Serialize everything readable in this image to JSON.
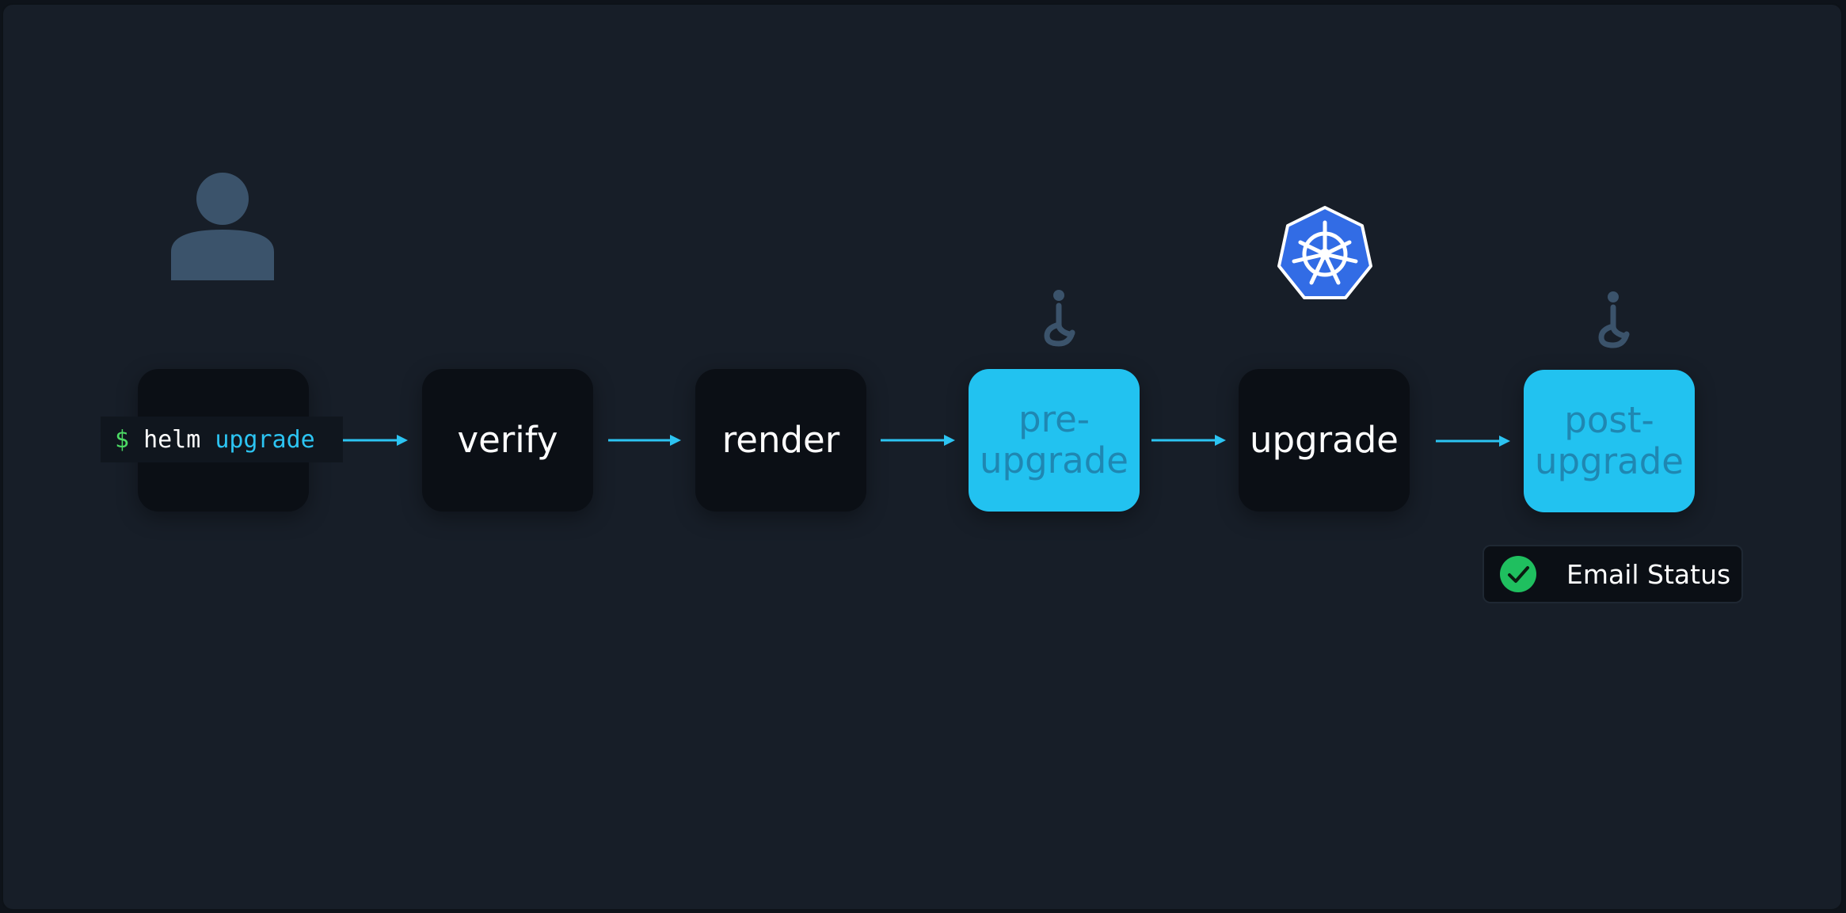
{
  "command": {
    "prompt": "$",
    "program": "helm",
    "argument": "upgrade"
  },
  "steps": [
    {
      "label": "verify",
      "kind": "step"
    },
    {
      "label": "render",
      "kind": "step"
    },
    {
      "label": "pre-upgrade",
      "kind": "hook"
    },
    {
      "label": "upgrade",
      "kind": "step"
    },
    {
      "label": "post-upgrade",
      "kind": "hook"
    }
  ],
  "notification": {
    "label": "Email Status",
    "status": "success"
  },
  "icons": {
    "user": "user-icon",
    "cluster": "kubernetes-icon",
    "hook": "hook-icon",
    "status": "check-circle-icon"
  },
  "colors": {
    "background": "#171e28",
    "node": "#0b0f15",
    "hook_node": "#22c2f0",
    "hook_text": "#1f87b2",
    "arrow": "#2cc4f2",
    "prompt": "#4cd964",
    "kubernetes": "#326ce5",
    "success": "#1fbf5f"
  }
}
